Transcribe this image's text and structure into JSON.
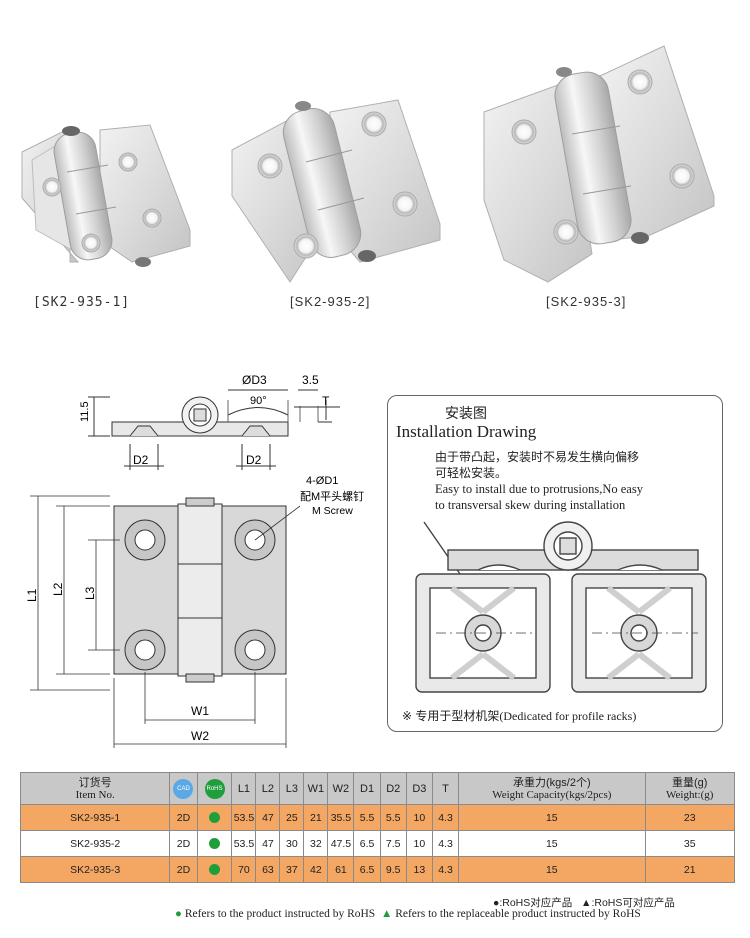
{
  "products": {
    "captions": [
      "[SK2-935-1]",
      "[SK2-935-2]",
      "[SK2-935-3]"
    ]
  },
  "drawing": {
    "labels": {
      "od3": "ØD3",
      "dim_3_5": "3.5",
      "angle": "90°",
      "t": "T",
      "dim_11_5": "11.5",
      "d2_left": "D2",
      "d2_right": "D2",
      "hole_spec": "4-ØD1",
      "screw_cn": "配M平头螺钉",
      "screw_en": "M Screw",
      "l1": "L1",
      "l2": "L2",
      "l3": "L3",
      "w1": "W1",
      "w2": "W2"
    }
  },
  "installation": {
    "title_cn": "安装图",
    "title_en": "Installation Drawing",
    "note_cn_1": "由于带凸起，安装时不易发生横向偏移",
    "note_cn_2": "可轻松安装。",
    "note_en_1": "Easy to install due to protrusions,No easy",
    "note_en_2": "to transversal skew during installation",
    "footer_cn": "※ 专用于型材机架",
    "footer_en": "(Dedicated for profile racks)"
  },
  "table": {
    "headers": {
      "item_cn": "订货号",
      "item_en": "Item No.",
      "cad": "CAD",
      "rohs": "RoHS",
      "l1": "L1",
      "l2": "L2",
      "l3": "L3",
      "w1": "W1",
      "w2": "W2",
      "d1": "D1",
      "d2": "D2",
      "d3": "D3",
      "t": "T",
      "cap_cn": "承重力(kgs/2个)",
      "cap_en": "Weight Capacity(kgs/2pcs)",
      "wt_cn": "重量(g)",
      "wt_en": "Weight:(g)"
    },
    "rows": [
      {
        "item": "SK2-935-1",
        "cad": "2D",
        "l1": "53.5",
        "l2": "47",
        "l3": "25",
        "w1": "21",
        "w2": "35.5",
        "d1": "5.5",
        "d2": "5.5",
        "d3": "10",
        "t": "4.3",
        "capacity": "15",
        "weight": "23"
      },
      {
        "item": "SK2-935-2",
        "cad": "2D",
        "l1": "53.5",
        "l2": "47",
        "l3": "30",
        "w1": "32",
        "w2": "47.5",
        "d1": "6.5",
        "d2": "7.5",
        "d3": "10",
        "t": "4.3",
        "capacity": "15",
        "weight": "35"
      },
      {
        "item": "SK2-935-3",
        "cad": "2D",
        "l1": "70",
        "l2": "63",
        "l3": "37",
        "w1": "42",
        "w2": "61",
        "d1": "6.5",
        "d2": "9.5",
        "d3": "13",
        "t": "4.3",
        "capacity": "15",
        "weight": "21"
      }
    ],
    "legend_cn_1": "●:RoHS对应产品",
    "legend_cn_2": "▲:RoHS可对应产品",
    "legend_en_1": "Refers to the product instructed by RoHS",
    "legend_en_2": "Refers to the replaceable product instructed by RoHS"
  },
  "colors": {
    "rohs_green": "#1f9e3b",
    "cad_blue": "#5aa9e6",
    "row_orange": "#f4a763",
    "header_gray": "#c8c8c8"
  }
}
